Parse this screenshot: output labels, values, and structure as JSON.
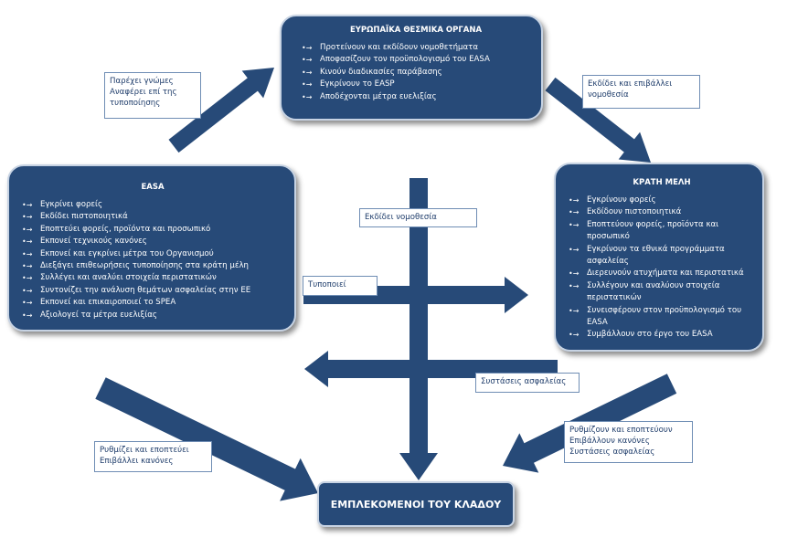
{
  "boxes": {
    "top": {
      "title": "ΕΥΡΩΠΑΪΚΑ ΘΕΣΜΙΚΑ ΟΡΓΑΝΑ",
      "items": [
        "Προτείνουν και εκδίδουν νομοθετήματα",
        "Αποφασίζουν τον προϋπολογισμό του EASA",
        "Κινούν διαδικασίες παράβασης",
        "Εγκρίνουν το EASP",
        "Αποδέχονται μέτρα ευελιξίας"
      ]
    },
    "left": {
      "title": "EASA",
      "items": [
        "Εγκρίνει φορείς",
        "Εκδίδει πιστοποιητικά",
        "Εποπτεύει φορείς, προϊόντα και προσωπικό",
        "Εκπονεί τεχνικούς κανόνες",
        "Εκπονεί και εγκρίνει μέτρα του Οργανισμού",
        "Διεξάγει επιθεωρήσεις τυποποίησης στα κράτη μέλη",
        "Συλλέγει και αναλύει στοιχεία περιστατικών",
        "Συντονίζει την ανάλυση θεμάτων ασφαλείας στην ΕΕ",
        "Εκπονεί και επικαιροποιεί το SPEA",
        "Αξιολογεί τα μέτρα ευελιξίας"
      ]
    },
    "right": {
      "title": "ΚΡΑΤΗ ΜΕΛΗ",
      "items": [
        "Εγκρίνουν φορείς",
        "Εκδίδουν πιστοποιητικά",
        "Εποπτεύουν φορείς, προϊόντα και προσωπικό",
        "Εγκρίνουν τα εθνικά προγράμματα ασφαλείας",
        "Διερευνούν ατυχήματα και περιστατικά",
        "Συλλέγουν και αναλύουν στοιχεία περιστατικών",
        "Συνεισφέρουν στον προϋπολογισμό του EASA",
        "Συμβάλλουν στο έργο του EASA"
      ]
    },
    "bottom": {
      "title": "ΕΜΠΛΕΚΟΜΕΝΟΙ ΤΟΥ ΚΛΑΔΟΥ"
    }
  },
  "labels": {
    "opinions": [
      "Παρέχει γνώμες",
      "Αναφέρει επί της",
      "τυποποίησης"
    ],
    "legislation_enforce": [
      "Εκδίδει και επιβάλλει",
      "νομοθεσία"
    ],
    "issues_legislation": [
      "Εκδίδει νομοθεσία"
    ],
    "standardizes": [
      "Τυποποιεί"
    ],
    "safety_recommendations": [
      "Συστάσεις ασφαλείας"
    ],
    "easa_regulates": [
      "Ρυθμίζει και εποπτεύει",
      "Επιβάλλει κανόνες"
    ],
    "states_regulate": [
      "Ρυθμίζουν και εποπτεύουν",
      "Επιβάλλουν κανόνες",
      "Συστάσεις ασφαλείας"
    ]
  },
  "colors": {
    "box_fill": "#274a78",
    "arrow_fill": "#274a78",
    "label_text": "#1f3d6b"
  }
}
